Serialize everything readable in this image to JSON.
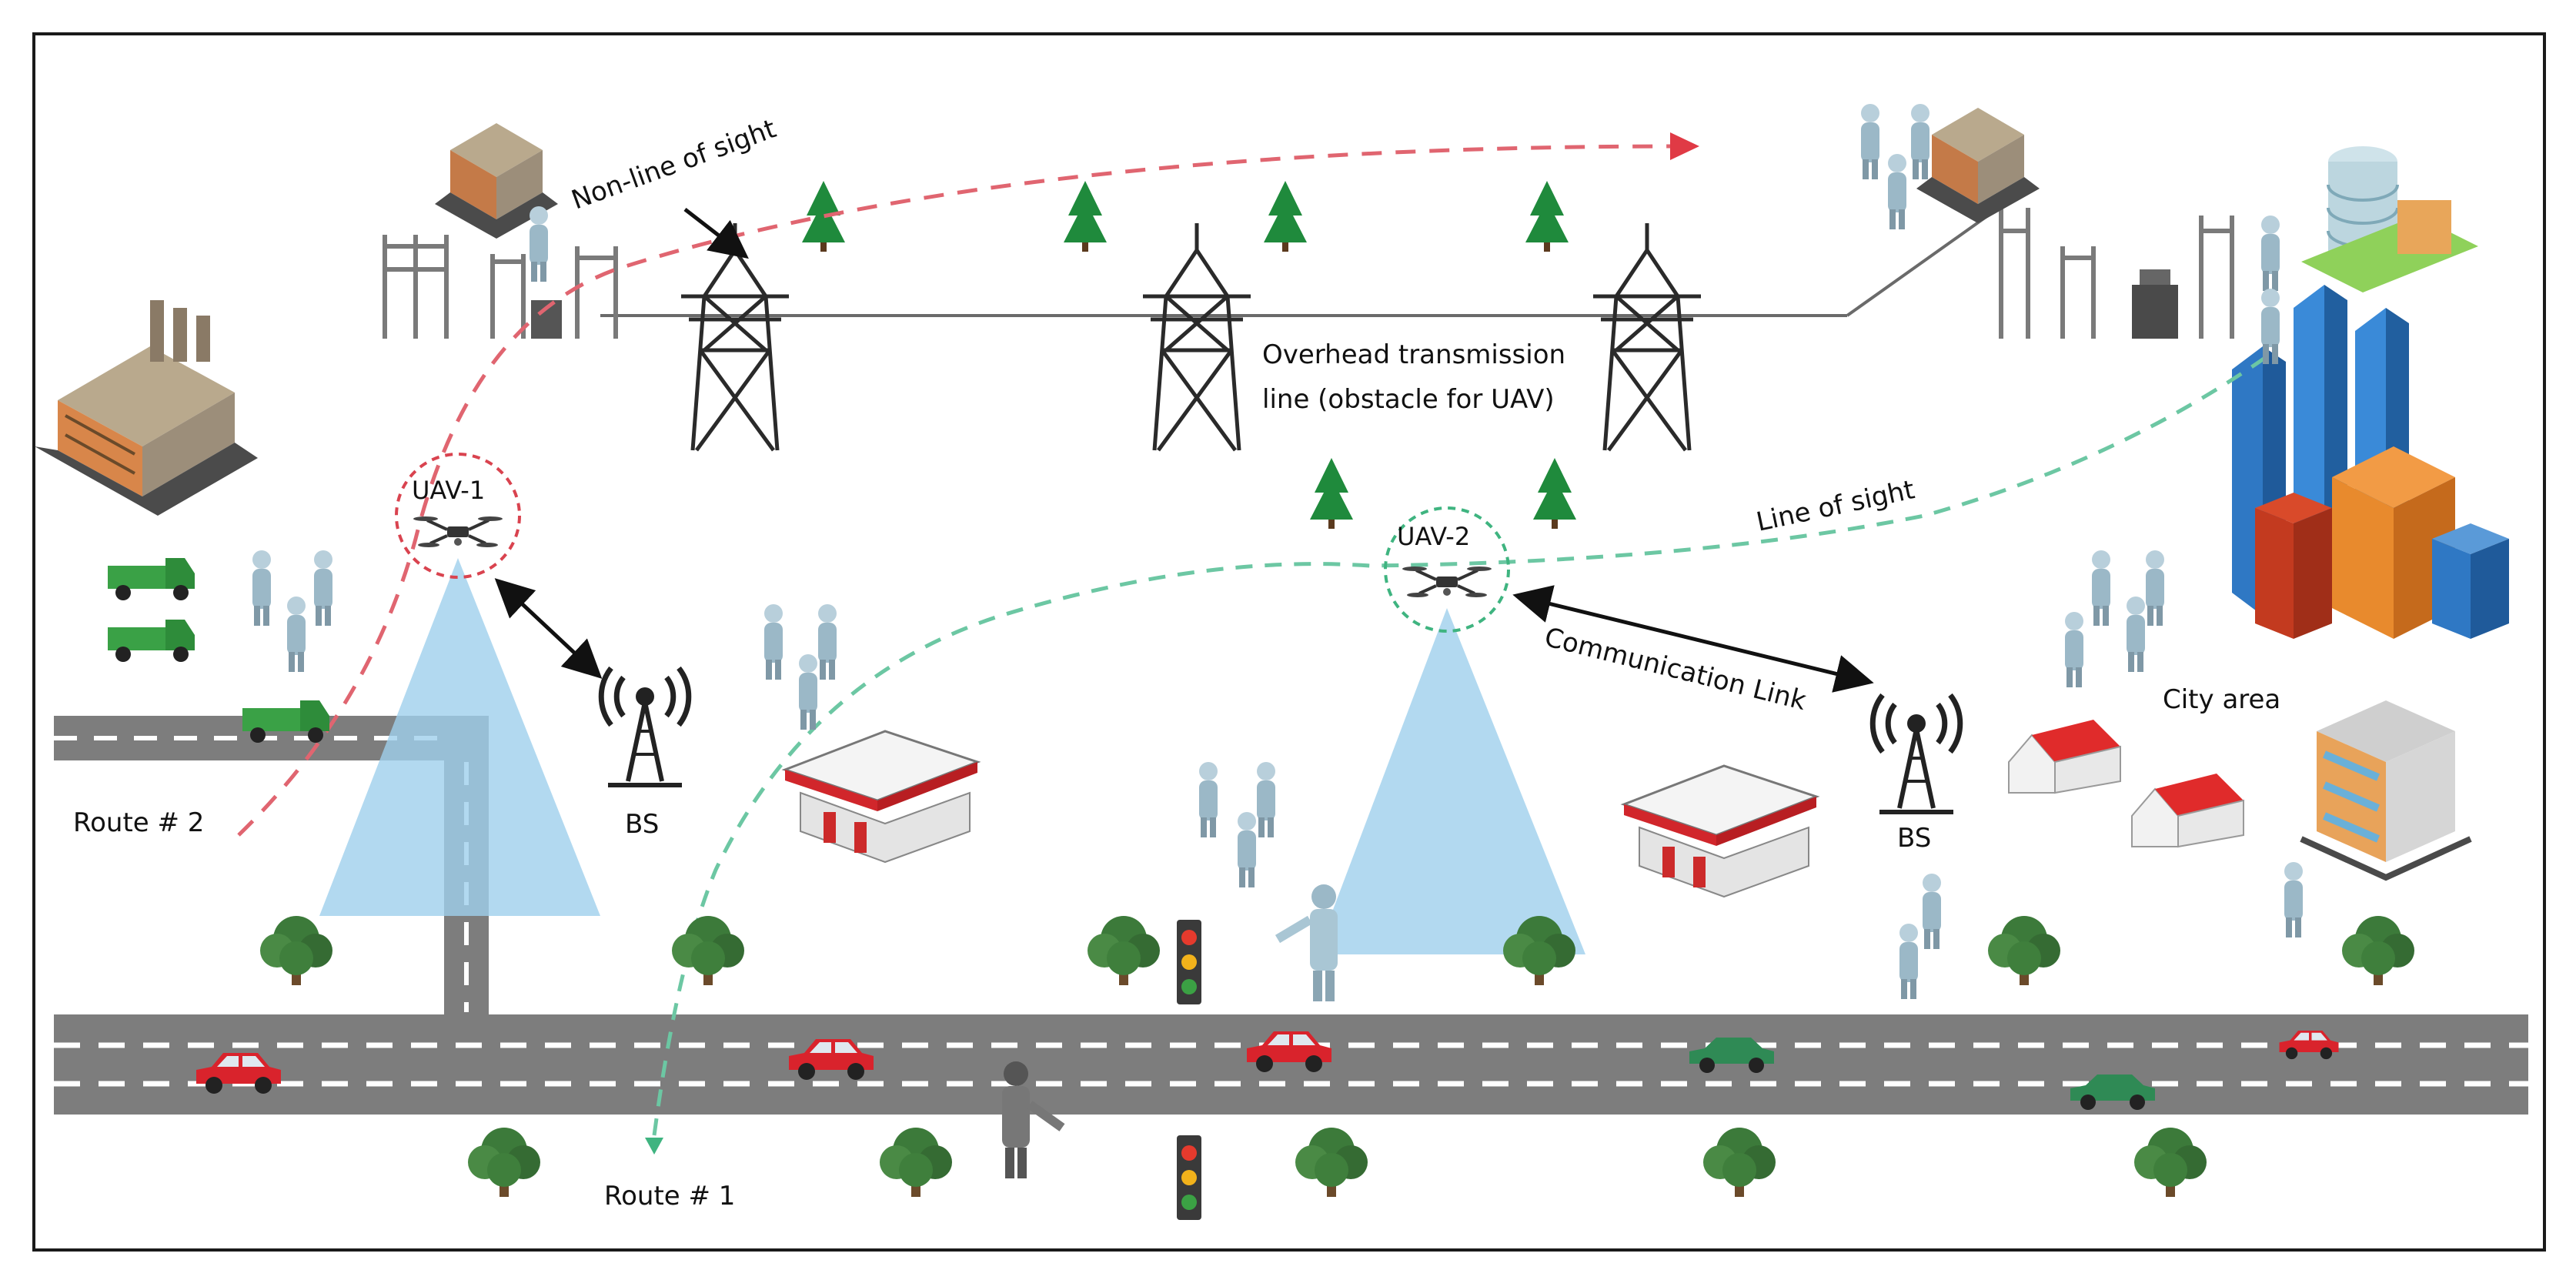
{
  "labels": {
    "non_line_of_sight": "Non-line of sight",
    "overhead_line_1": "Overhead transmission",
    "overhead_line_2": "line (obstacle for UAV)",
    "uav1": "UAV-1",
    "uav2": "UAV-2",
    "line_of_sight": "Line of sight",
    "communication_link": "Communication Link",
    "bs": "BS",
    "city_area": "City area",
    "route2": "Route # 2",
    "route1": "Route # 1"
  },
  "colors": {
    "frame": "#1a1a1a",
    "road": "#7d7d7d",
    "road_dash": "#ffffff",
    "route_red": "#e06570",
    "route_green": "#6cc7a3",
    "beam": "#9fd0ec",
    "tree": "#3c7a3a",
    "conifer": "#1f8a3c",
    "tower": "#2a2a2a",
    "person": "#9bb8c7",
    "roof_red": "#e02b2b",
    "building_blue": "#2f78c4",
    "building_orange": "#e88a2d"
  },
  "icons": [
    "drone-icon",
    "base-station-icon",
    "tower-icon",
    "tree-icon",
    "conifer-icon",
    "person-icon",
    "car-icon",
    "truck-icon",
    "traffic-light-icon",
    "house-icon",
    "gas-station-icon",
    "factory-icon",
    "substation-icon",
    "skyscraper-icon",
    "apartment-icon"
  ]
}
